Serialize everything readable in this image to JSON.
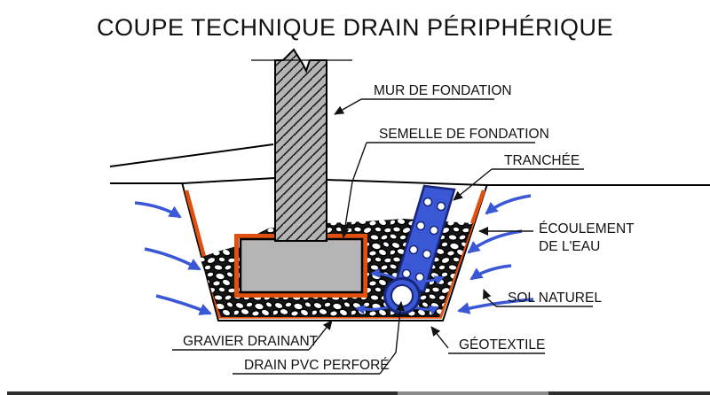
{
  "title": "COUPE TECHNIQUE DRAIN PÉRIPHÉRIQUE",
  "labels": {
    "mur": "MUR DE FONDATION",
    "semelle": "SEMELLE DE FONDATION",
    "tranchee": "TRANCHÉE",
    "ecoulement_line1": "ÉCOULEMENT",
    "ecoulement_line2": "DE L'EAU",
    "sol": "SOL NATUREL",
    "gravier": "GRAVIER DRAINANT",
    "drain": "DRAIN PVC PERFORÉ",
    "geotextile": "GÉOTEXTILE"
  },
  "colors": {
    "geotextile_orange": "#e0500f",
    "water_blue": "#3a57d6",
    "pipe_navy": "#17257a",
    "concrete_gray": "#b5b5b5",
    "line_black": "#111111"
  }
}
